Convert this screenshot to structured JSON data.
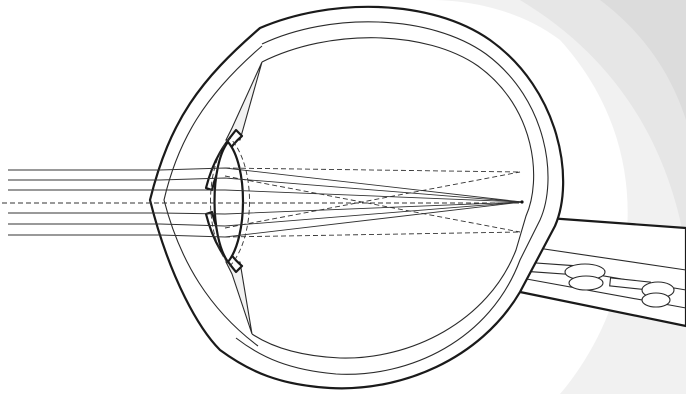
{
  "diagram": {
    "subject": "eye-cross-section",
    "annotation_text": "",
    "colors": {
      "outline": "#1a1a1a",
      "rays": "#333333",
      "background_shading": "#e6e6e6",
      "fill": "#ffffff"
    },
    "rays": {
      "parallel_incoming_count": 6,
      "dashed_axis": true,
      "focus": "on retina"
    }
  }
}
